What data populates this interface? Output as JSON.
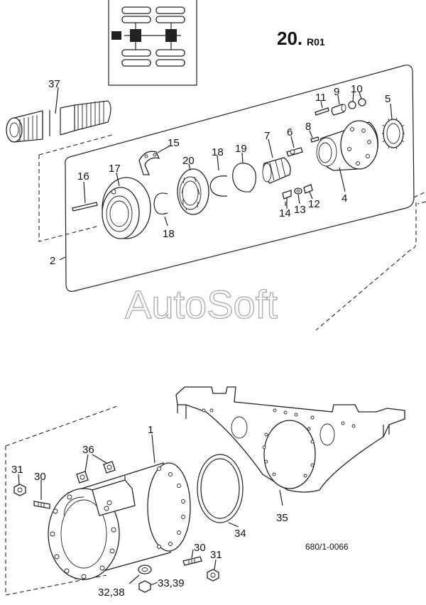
{
  "page": {
    "group_number": "20.",
    "revision": "R01",
    "drawing_number": "680/1-0066",
    "watermark": "AutoSoft"
  },
  "callouts": [
    {
      "id": "c37",
      "text": "37"
    },
    {
      "id": "c11",
      "text": "11"
    },
    {
      "id": "c9",
      "text": "9"
    },
    {
      "id": "c10",
      "text": "10"
    },
    {
      "id": "c5",
      "text": "5"
    },
    {
      "id": "c8",
      "text": "8"
    },
    {
      "id": "c6",
      "text": "6"
    },
    {
      "id": "c7",
      "text": "7"
    },
    {
      "id": "c15",
      "text": "15"
    },
    {
      "id": "c18a",
      "text": "18"
    },
    {
      "id": "c19",
      "text": "19"
    },
    {
      "id": "c20",
      "text": "20"
    },
    {
      "id": "c16",
      "text": "16"
    },
    {
      "id": "c17",
      "text": "17"
    },
    {
      "id": "c18b",
      "text": "18"
    },
    {
      "id": "c4",
      "text": "4"
    },
    {
      "id": "c14",
      "text": "14"
    },
    {
      "id": "c13",
      "text": "13"
    },
    {
      "id": "c12",
      "text": "12"
    },
    {
      "id": "c2",
      "text": "2"
    },
    {
      "id": "c1",
      "text": "1"
    },
    {
      "id": "c36",
      "text": "36"
    },
    {
      "id": "c31a",
      "text": "31"
    },
    {
      "id": "c30a",
      "text": "30"
    },
    {
      "id": "c30b",
      "text": "30"
    },
    {
      "id": "c31b",
      "text": "31"
    },
    {
      "id": "c34",
      "text": "34"
    },
    {
      "id": "c35",
      "text": "35"
    },
    {
      "id": "c3238",
      "text": "32,38"
    },
    {
      "id": "c3339",
      "text": "33,39"
    }
  ]
}
